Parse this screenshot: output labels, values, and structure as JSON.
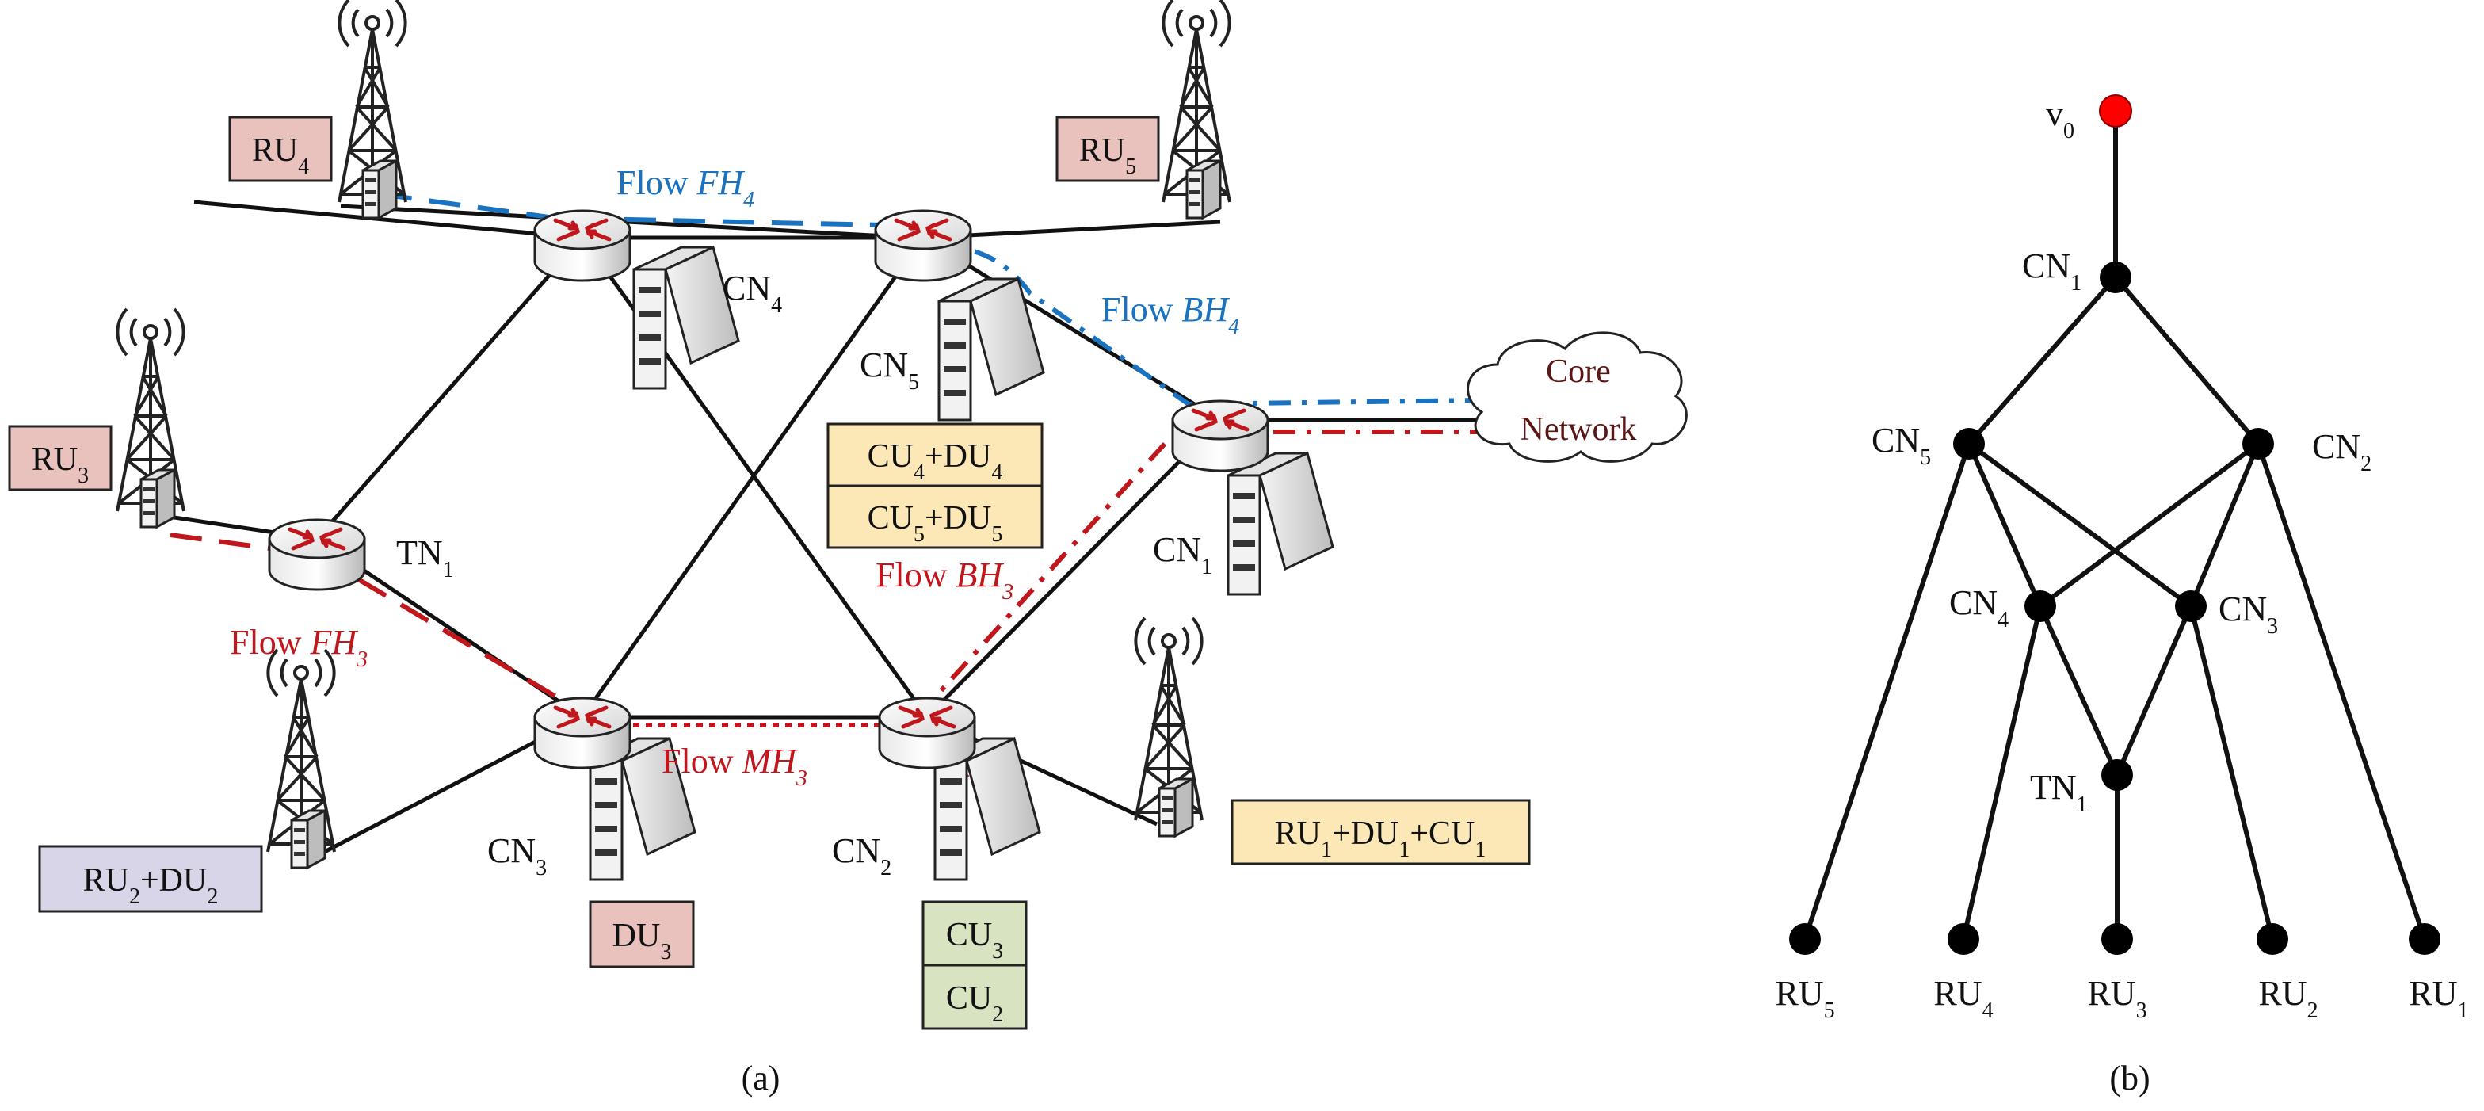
{
  "colors": {
    "flow_red": "#c0171d",
    "flow_blue": "#1a73c0",
    "ru_box": "#e9c2bd",
    "ru_du_box": "#d9d5e8",
    "cu_du_box": "#fbe8b6",
    "cu_box": "#d7e3c1",
    "root_node": "#ff0000"
  },
  "panel_a": {
    "caption": "(a)",
    "boxes": {
      "ru4": {
        "base": "RU",
        "sub": "4"
      },
      "ru5": {
        "base": "RU",
        "sub": "5"
      },
      "ru3": {
        "base": "RU",
        "sub": "3"
      },
      "ru2_du2": {
        "p1": "RU",
        "s1": "2",
        "p2": "+DU",
        "s2": "2"
      },
      "du3": {
        "base": "DU",
        "sub": "3"
      },
      "cu3": {
        "base": "CU",
        "sub": "3"
      },
      "cu2": {
        "base": "CU",
        "sub": "2"
      },
      "cu4_du4": {
        "p1": "CU",
        "s1": "4",
        "p2": "+DU",
        "s2": "4"
      },
      "cu5_du5": {
        "p1": "CU",
        "s1": "5",
        "p2": "+DU",
        "s2": "5"
      },
      "ru1_du1_cu1": {
        "p1": "RU",
        "s1": "1",
        "p2": "+DU",
        "s2": "1",
        "p3": "+CU",
        "s3": "1"
      }
    },
    "node_labels": {
      "cn4": {
        "base": "CN",
        "sub": "4"
      },
      "cn5": {
        "base": "CN",
        "sub": "5"
      },
      "cn1": {
        "base": "CN",
        "sub": "1"
      },
      "cn3": {
        "base": "CN",
        "sub": "3"
      },
      "cn2": {
        "base": "CN",
        "sub": "2"
      },
      "tn1": {
        "base": "TN",
        "sub": "1"
      }
    },
    "flows": {
      "fh4": {
        "prefix": "Flow ",
        "name": "FH",
        "sub": "4"
      },
      "bh4": {
        "prefix": "Flow ",
        "name": "BH",
        "sub": "4"
      },
      "bh3": {
        "prefix": "Flow ",
        "name": "BH",
        "sub": "3"
      },
      "fh3": {
        "prefix": "Flow ",
        "name": "FH",
        "sub": "3"
      },
      "mh3": {
        "prefix": "Flow ",
        "name": "MH",
        "sub": "3"
      }
    },
    "core_network": {
      "line1": "Core",
      "line2": "Network"
    }
  },
  "panel_b": {
    "caption": "(b)",
    "labels": {
      "v0": {
        "base": "v",
        "sub": "0"
      },
      "cn1": {
        "base": "CN",
        "sub": "1"
      },
      "cn5": {
        "base": "CN",
        "sub": "5"
      },
      "cn2": {
        "base": "CN",
        "sub": "2"
      },
      "cn4": {
        "base": "CN",
        "sub": "4"
      },
      "cn3": {
        "base": "CN",
        "sub": "3"
      },
      "tn1": {
        "base": "TN",
        "sub": "1"
      },
      "ru5": {
        "base": "RU",
        "sub": "5"
      },
      "ru4": {
        "base": "RU",
        "sub": "4"
      },
      "ru3": {
        "base": "RU",
        "sub": "3"
      },
      "ru2": {
        "base": "RU",
        "sub": "2"
      },
      "ru1": {
        "base": "RU",
        "sub": "1"
      }
    }
  }
}
